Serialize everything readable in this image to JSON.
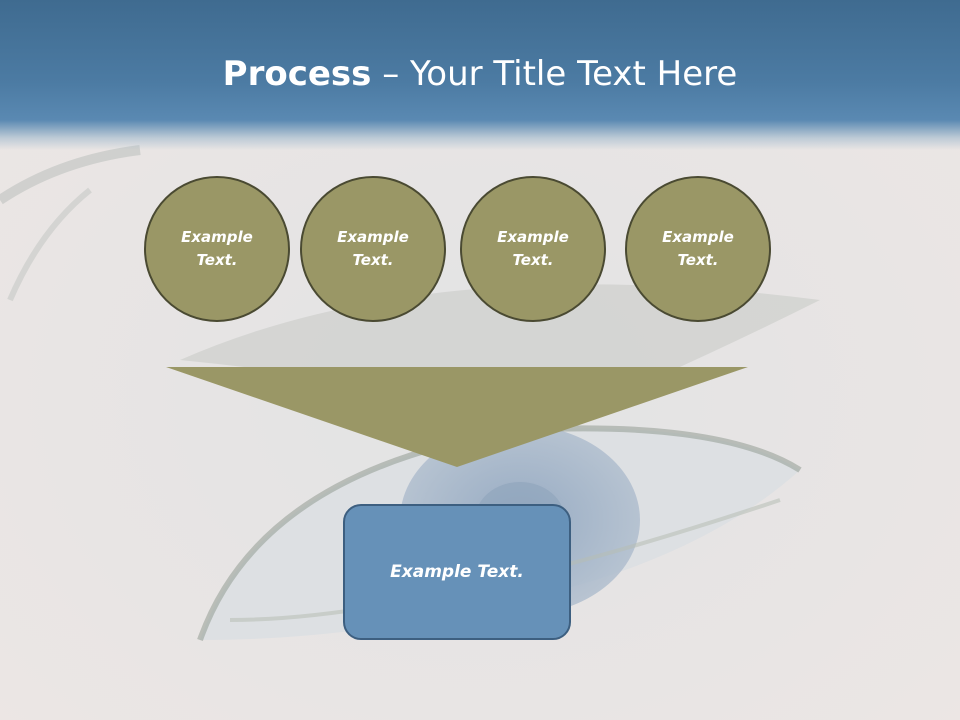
{
  "title": {
    "bold": "Process",
    "separator": " – ",
    "rest": "Your Title Text Here"
  },
  "circles": [
    {
      "line1": "Example",
      "line2": "Text."
    },
    {
      "line1": "Example",
      "line2": "Text."
    },
    {
      "line1": "Example",
      "line2": "Text."
    },
    {
      "line1": "Example",
      "line2": "Text."
    }
  ],
  "result": {
    "label": "Example Text."
  },
  "colors": {
    "title_band": "#4c7ba3",
    "circle_fill": "#9a9766",
    "circle_border": "#4a4a32",
    "funnel_fill": "#9a9766",
    "result_fill": "#6691b8",
    "result_border": "#3d5f80"
  }
}
